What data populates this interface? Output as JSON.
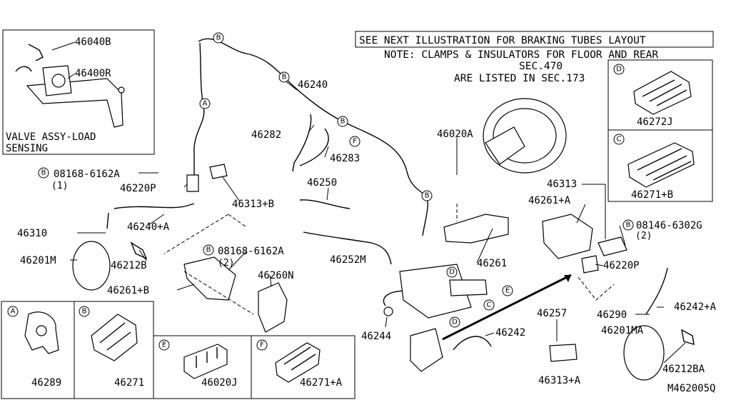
{
  "banner": "SEE NEXT ILLUSTRATION FOR BRAKING TUBES LAYOUT",
  "note": {
    "line1": "NOTE: CLAMPS & INSULATORS FOR FLOOR AND REAR",
    "line2": "SEC.470",
    "line3": "ARE LISTED IN SEC.173"
  },
  "inset_valve": {
    "title_line1": "VALVE ASSY-LOAD",
    "title_line2": "SENSING",
    "part_a": "46040B",
    "part_b": "46400R"
  },
  "callouts": {
    "p46240": "46240",
    "p46282": "46282",
    "p46283": "46283",
    "p46020A": "46020A",
    "p08168_top": "08168-6162A",
    "p08168_top_qty": "(1)",
    "p46220P_left": "46220P",
    "p46313B": "46313+B",
    "p46250": "46250",
    "p46310": "46310",
    "p46240A": "46240+A",
    "p46201M": "46201M",
    "p46212B": "46212B",
    "p08168_mid": "08168-6162A",
    "p08168_mid_qty": "(2)",
    "p46252M": "46252M",
    "p46260N": "46260N",
    "p46261B": "46261+B",
    "p46261": "46261",
    "p46313": "46313",
    "p46261A": "46261+A",
    "p08146": "08146-6302G",
    "p08146_qty": "(2)",
    "p46220P_right": "46220P",
    "p46257": "46257",
    "p46244": "46244",
    "p46242": "46242",
    "p46290": "46290",
    "p46242A": "46242+A",
    "p46201MA": "46201MA",
    "p46212BA": "46212BA",
    "p46313A": "46313+A",
    "drawing_code": "M462005Q"
  },
  "letters": {
    "A": "A",
    "B": "B",
    "C": "C",
    "D": "D",
    "E": "E",
    "F": "F"
  },
  "bottom_panels": [
    {
      "letter": "A",
      "part": "46289"
    },
    {
      "letter": "B",
      "part": "46271"
    },
    {
      "letter": "E",
      "part": "46020J"
    },
    {
      "letter": "F",
      "part": "46271+A"
    }
  ],
  "right_panels": [
    {
      "letter": "D",
      "part": "46272J"
    },
    {
      "letter": "C",
      "part": "46271+B"
    }
  ]
}
